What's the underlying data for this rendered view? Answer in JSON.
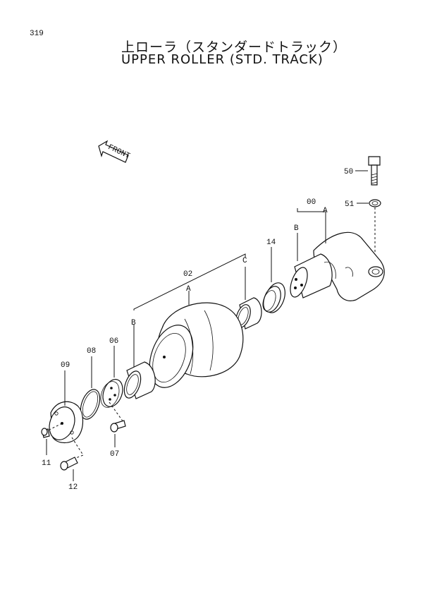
{
  "header": {
    "page_number": "319",
    "title_jp": "上ローラ（スタンダードトラック）",
    "title_en": "UPPER ROLLER (STD. TRACK)"
  },
  "front_marker": {
    "label": "FRONT"
  },
  "callouts": [
    {
      "id": "00",
      "text": "00"
    },
    {
      "id": "A_00",
      "text": "A"
    },
    {
      "id": "B_00",
      "text": "B"
    },
    {
      "id": "02",
      "text": "02"
    },
    {
      "id": "A_02",
      "text": "A"
    },
    {
      "id": "B_02",
      "text": "B"
    },
    {
      "id": "C_02",
      "text": "C"
    },
    {
      "id": "06",
      "text": "06"
    },
    {
      "id": "07",
      "text": "07"
    },
    {
      "id": "08",
      "text": "08"
    },
    {
      "id": "09",
      "text": "09"
    },
    {
      "id": "11",
      "text": "11"
    },
    {
      "id": "12",
      "text": "12"
    },
    {
      "id": "14",
      "text": "14"
    },
    {
      "id": "50",
      "text": "50"
    },
    {
      "id": "51",
      "text": "51"
    }
  ]
}
